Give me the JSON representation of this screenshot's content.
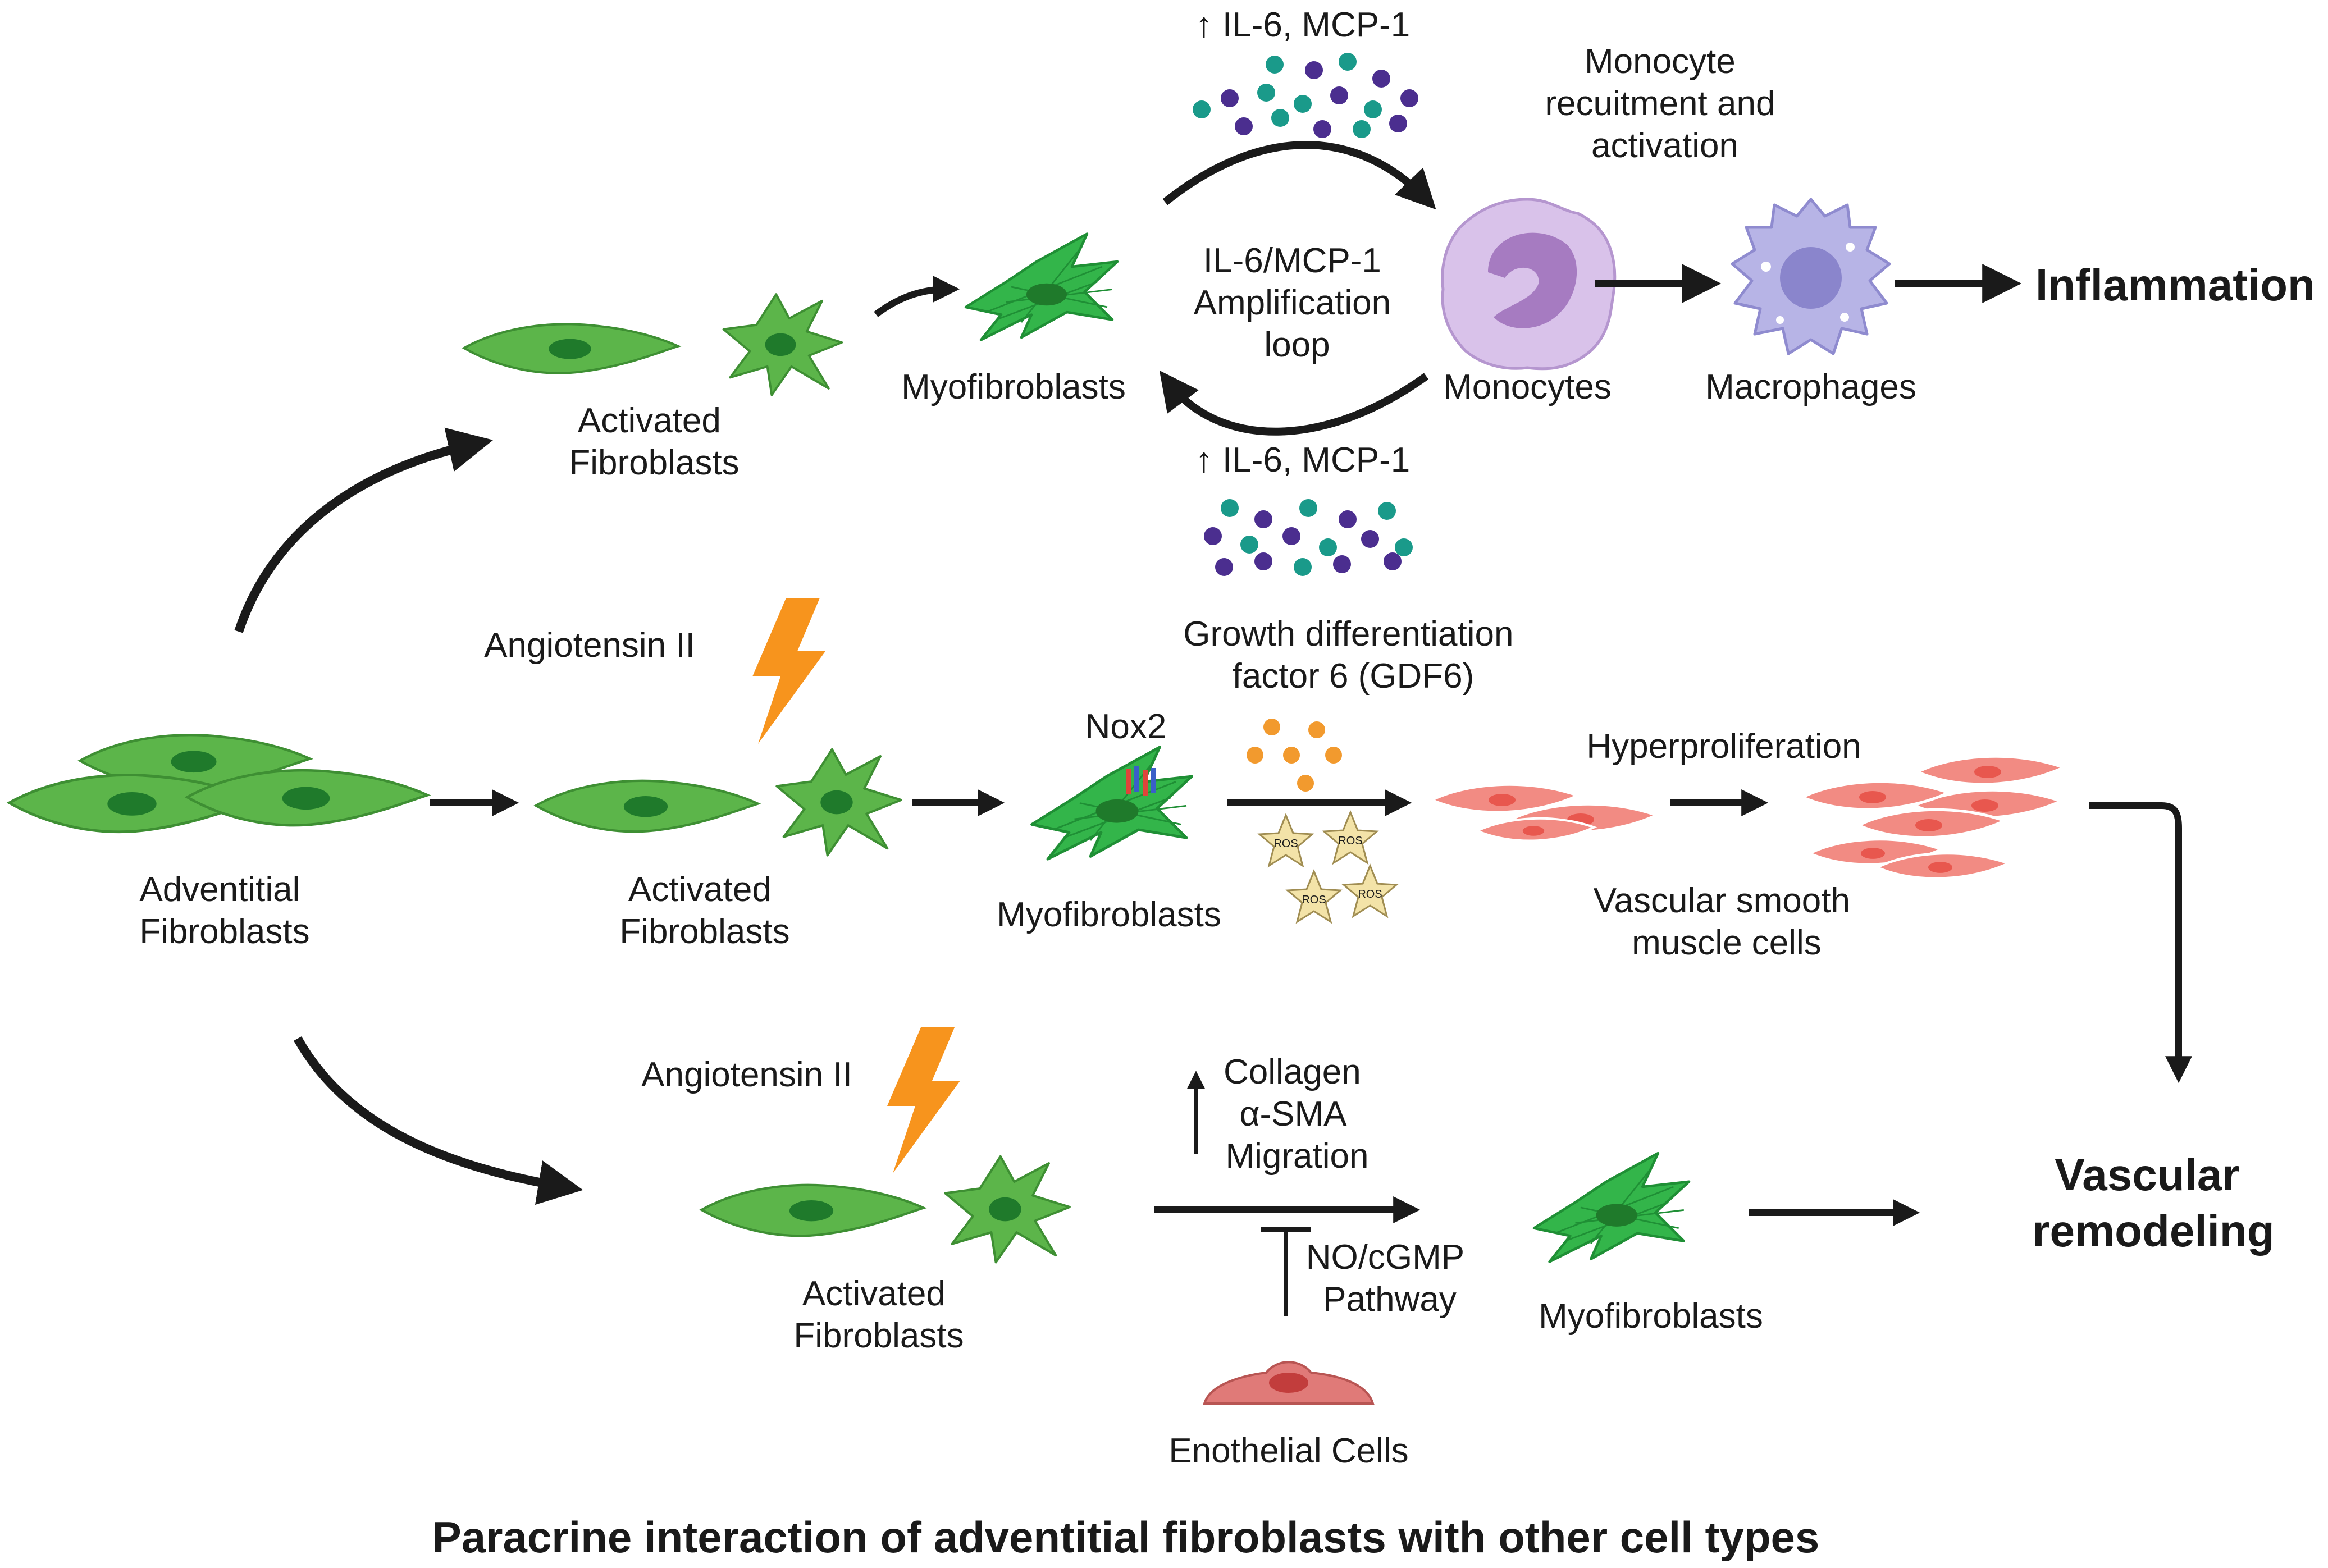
{
  "top": {
    "activated_fibroblasts": [
      "Activated",
      "Fibroblasts"
    ],
    "myofibroblasts": "Myofibroblasts",
    "cytokines_up_top": "↑ IL-6, MCP-1",
    "cytokines_up_bottom": "↑ IL-6, MCP-1",
    "monocyte_recruitment": [
      "Monocyte",
      "recuitment and",
      "activation"
    ],
    "amplification_loop": [
      "IL-6/MCP-1",
      "Amplification",
      "loop"
    ],
    "monocytes": "Monocytes",
    "macrophages": "Macrophages",
    "inflammation": "Inflammation"
  },
  "middle": {
    "angiotensin": "Angiotensin II",
    "adventitial_fibroblasts": [
      "Adventitial",
      "Fibroblasts"
    ],
    "activated_fibroblasts": [
      "Activated",
      "Fibroblasts"
    ],
    "nox2": "Nox2",
    "myofibroblasts": "Myofibroblasts",
    "gdf6": [
      "Growth differentiation",
      "factor 6 (GDF6)"
    ],
    "ros": "ROS",
    "hyperproliferation": "Hyperproliferation",
    "vsmc": [
      "Vascular smooth",
      "muscle cells"
    ]
  },
  "bottom": {
    "angiotensin": "Angiotensin II",
    "activated_fibroblasts": [
      "Activated",
      "Fibroblasts"
    ],
    "effects": [
      "Collagen",
      "α-SMA",
      "Migration"
    ],
    "pathway": [
      "NO/cGMP",
      "Pathway"
    ],
    "endothelial": "Enothelial Cells",
    "myofibroblasts": "Myofibroblasts",
    "vascular_remodeling": [
      "Vascular",
      "remodeling"
    ]
  },
  "caption": "Paracrine interaction of adventitial fibroblasts with other cell types",
  "colors": {
    "fibroblast": "#5cb54a",
    "fibroblast_nucleus": "#1f7a2b",
    "myofibroblast": "#33b54a",
    "cytokine_teal": "#1a9a8a",
    "cytokine_purple": "#4b2e8f",
    "monocyte": "#c9a9dc",
    "macrophage": "#b7b4e6",
    "vsmc": "#f28b83",
    "endothelial": "#e07a78",
    "bolt": "#f7941d",
    "ros_star": "#f3e3a8",
    "gdf6_dot": "#f29a2e",
    "arrow": "#1a1a1a"
  }
}
